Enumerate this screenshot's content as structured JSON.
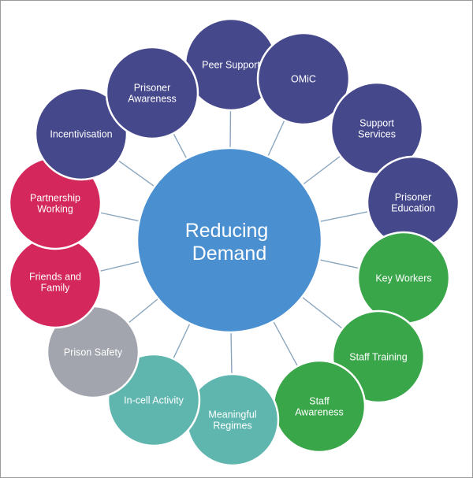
{
  "diagram": {
    "center": {
      "label_lines": [
        "Reducing",
        "Demand"
      ],
      "color": "#4a8fd0"
    },
    "colors": {
      "navy": "#46488c",
      "green": "#3aa64a",
      "teal": "#5fb6ae",
      "grey": "#a3a5ae",
      "pink": "#d4285c",
      "spoke": "#8aa6bf"
    },
    "nodes": [
      {
        "label_lines": [
          "Peer Support"
        ],
        "color": "#46488c"
      },
      {
        "label_lines": [
          "OMiC"
        ],
        "color": "#46488c"
      },
      {
        "label_lines": [
          "Support",
          "Services"
        ],
        "color": "#46488c"
      },
      {
        "label_lines": [
          "Prisoner",
          "Education"
        ],
        "color": "#46488c"
      },
      {
        "label_lines": [
          "Key Workers"
        ],
        "color": "#3aa64a"
      },
      {
        "label_lines": [
          "Staff Training"
        ],
        "color": "#3aa64a"
      },
      {
        "label_lines": [
          "Staff",
          "Awareness"
        ],
        "color": "#3aa64a"
      },
      {
        "label_lines": [
          "Meaningful",
          "Regimes"
        ],
        "color": "#5fb6ae"
      },
      {
        "label_lines": [
          "In-cell Activity"
        ],
        "color": "#5fb6ae"
      },
      {
        "label_lines": [
          "Prison Safety"
        ],
        "color": "#a3a5ae"
      },
      {
        "label_lines": [
          "Friends and",
          "Family"
        ],
        "color": "#d4285c"
      },
      {
        "label_lines": [
          "Partnership",
          "Working"
        ],
        "color": "#d4285c"
      },
      {
        "label_lines": [
          "Incentivisation"
        ],
        "color": "#46488c"
      },
      {
        "label_lines": [
          "Prisoner",
          "Awareness"
        ],
        "color": "#46488c"
      }
    ]
  }
}
